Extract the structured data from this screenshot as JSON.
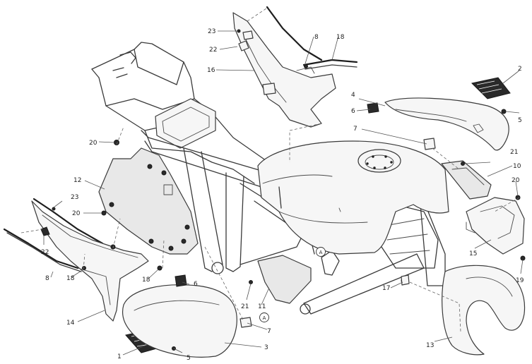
{
  "callouts": {
    "c1": "1",
    "c2": "2",
    "c3": "3",
    "c4": "4",
    "c5a": "5",
    "c5b": "5",
    "c6a": "6",
    "c6b": "6",
    "c7a": "7",
    "c7b": "7",
    "c8a": "8",
    "c8b": "8",
    "c10": "10",
    "c11": "11",
    "c12": "12",
    "c13": "13",
    "c14": "14",
    "c15": "15",
    "c16": "16",
    "c17": "17",
    "c18a": "18",
    "c18b": "18",
    "c18c": "18",
    "c19": "19",
    "c20a": "20",
    "c20b": "20",
    "c20c": "20",
    "c21a": "21",
    "c21b": "21",
    "c22a": "22",
    "c22b": "22",
    "c23a": "23",
    "c23b": "23"
  },
  "ref_marks": {
    "ra": "A",
    "rb": "A"
  }
}
